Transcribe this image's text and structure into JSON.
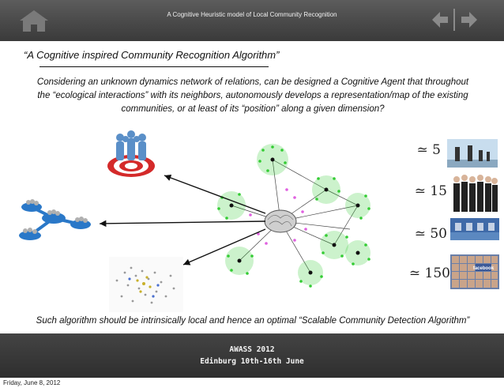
{
  "header": {
    "title": "A Cognitive Heuristic model of Local Community Recognition",
    "home_icon": "home-icon",
    "prev_icon": "arrow-left-icon",
    "next_icon": "arrow-right-icon"
  },
  "subtitle": "“A Cognitive inspired Community Recognition Algorithm”",
  "paragraph": {
    "line1": "Considering an unknown dynamics network of relations, can be designed a Cognitive Agent that throughout",
    "line2": "the “ecological interactions” with its neighbors, autonomously develops a representation/map of the existing",
    "line3": "communities, or at least of its “position” along a given dimension?"
  },
  "scales": [
    {
      "label": "≃ 5"
    },
    {
      "label": "≃ 15"
    },
    {
      "label": "≃ 50"
    },
    {
      "label": "≃ 150"
    }
  ],
  "facebook_label": "facebook",
  "bottom_text": "Such algorithm should be intrinsically local and hence an optimal “Scalable Community Detection Algorithm”",
  "footer": {
    "line1": "AWASS 2012",
    "line2": "Edinburg 10th-16th June"
  },
  "date": "Friday, June 8, 2012",
  "colors": {
    "bar": "#3f3f3f",
    "node_green": "#33cc33",
    "node_pink": "#e060e0",
    "target_red": "#d42a2a",
    "person_blue": "#5a8fc8"
  }
}
